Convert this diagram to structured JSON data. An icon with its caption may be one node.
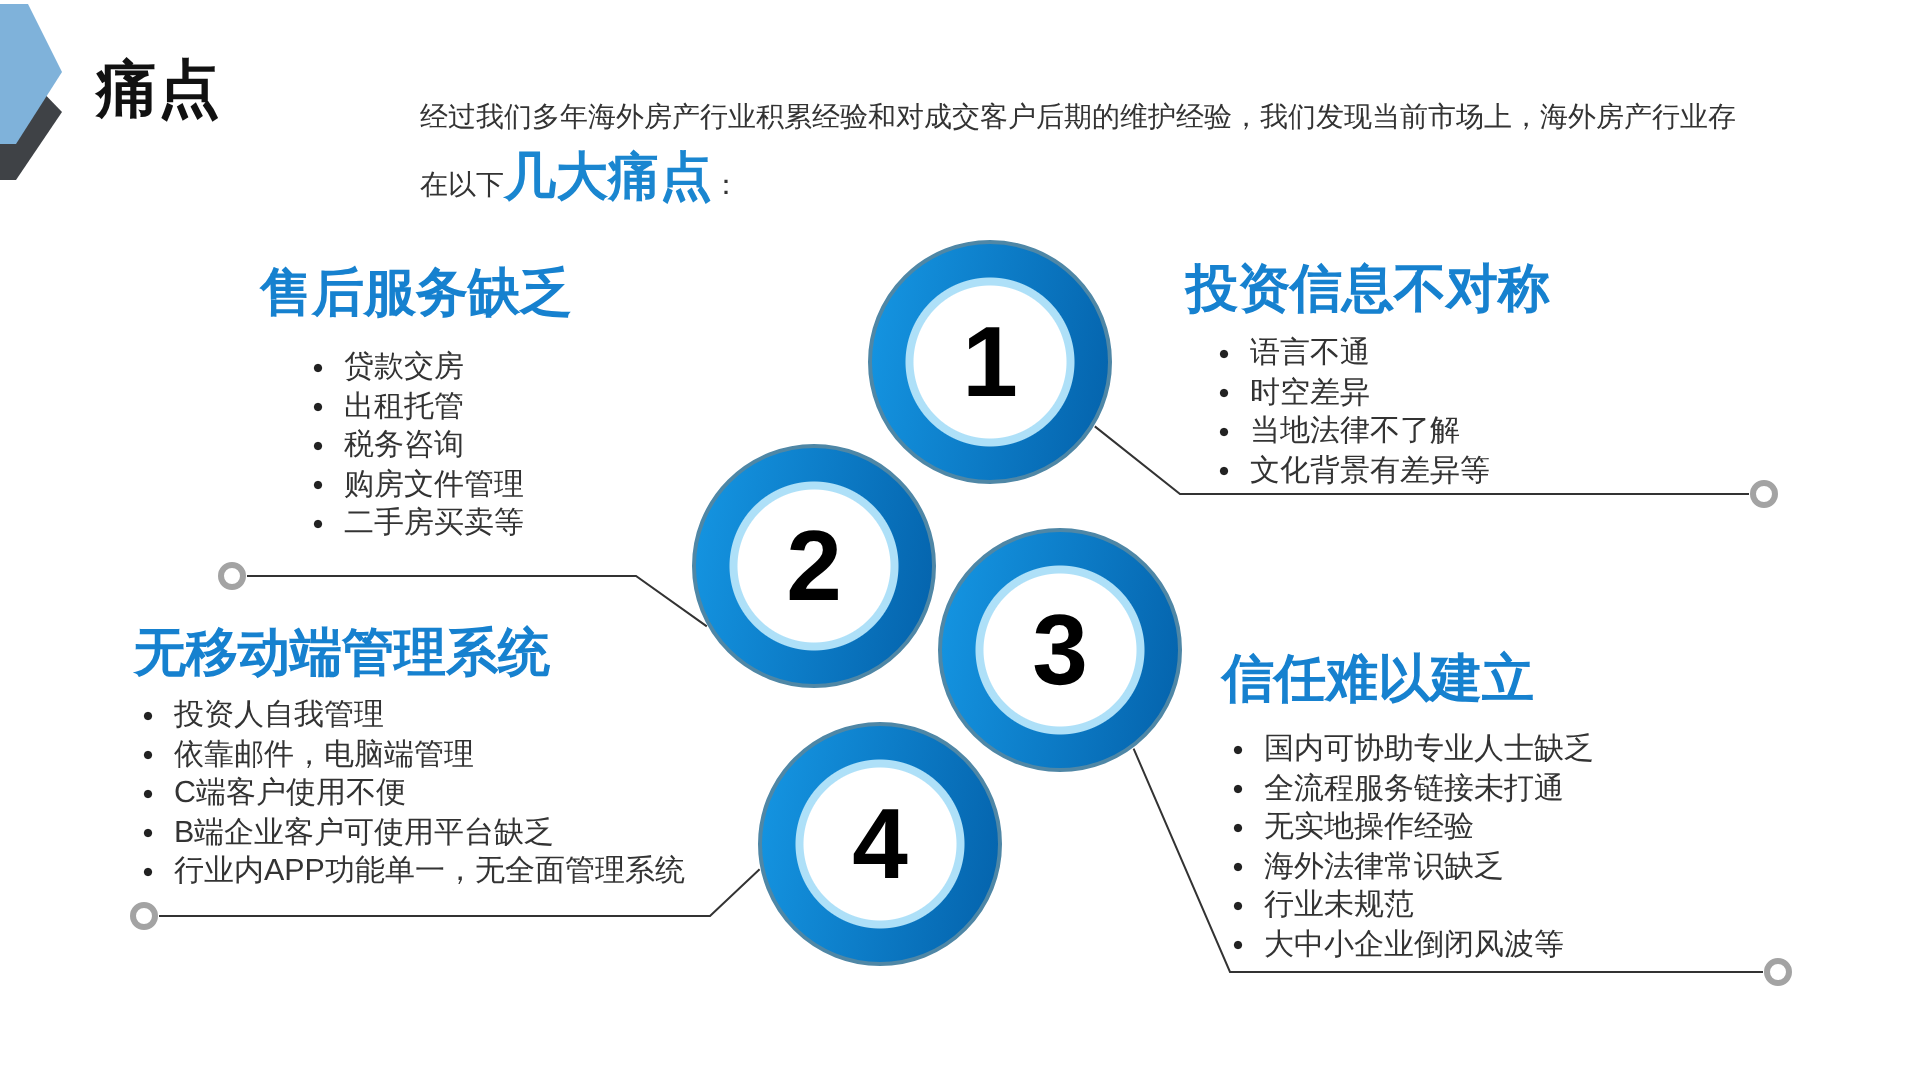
{
  "diagram": {
    "title": "痛点",
    "nodes": [
      {
        "text": [
          "1"
        ],
        "beside": [
          "投资信息不对称",
          "语言不通",
          "时空差异",
          "当地法律不了解",
          "文化背景有差异等"
        ]
      },
      {
        "text": [
          "2"
        ],
        "beside": [
          "售后服务缺乏",
          "贷款交房",
          "出租托管",
          "税务咨询",
          "购房文件管理",
          "二手房买卖等"
        ]
      },
      {
        "text": [
          "3"
        ],
        "beside": [
          "信任难以建立",
          "国内可协助专业人士缺乏",
          "全流程服务链接未打通",
          "无实地操作经验",
          "海外法律常识缺乏",
          "行业未规范",
          "大中小企业倒闭风波等"
        ]
      },
      {
        "text": [
          "4"
        ],
        "beside": [
          "无移动端管理系统",
          "投资人自我管理",
          "依靠邮件，电脑端管理",
          "C端客户使用不便",
          "B端企业客户可使用平台缺乏",
          "行业内APP功能单一，无全面管理系统"
        ]
      },
      {
        "text": [],
        "shape": "circle"
      },
      {
        "text": [],
        "shape": "circle"
      },
      {
        "text": [],
        "shape": "circle"
      },
      {
        "text": [],
        "shape": "circle"
      }
    ],
    "edges": [
      {
        "from": 0,
        "to": 4,
        "arrow": "none"
      },
      {
        "from": 1,
        "to": 5,
        "arrow": "none"
      },
      {
        "from": 2,
        "to": 6,
        "arrow": "none"
      },
      {
        "from": 3,
        "to": 7,
        "arrow": "none"
      }
    ],
    "labels": [
      "经过我们多年海外房产行业积累经验和对成交客户后期的维护经验，我们发现当前市场上，海外房产行业存在以下**几大痛点**："
    ]
  }
}
